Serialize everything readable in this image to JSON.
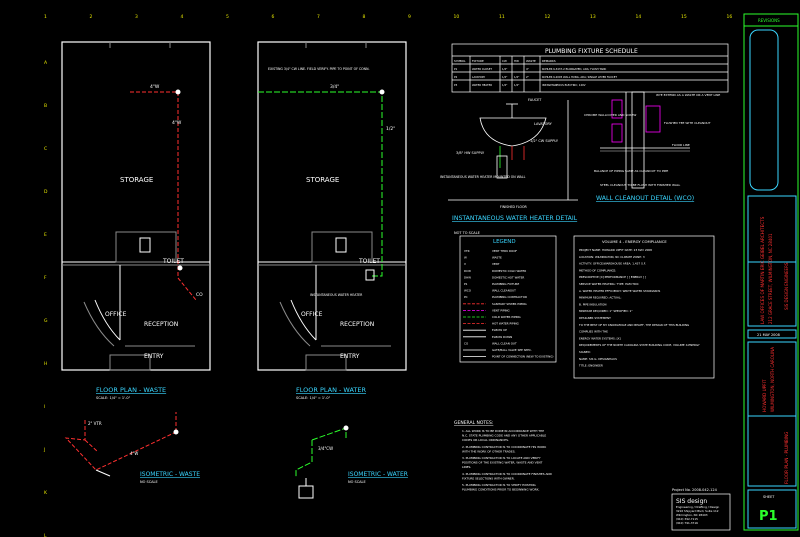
{
  "grid": {
    "cols": [
      "1",
      "2",
      "3",
      "4",
      "5",
      "6",
      "7",
      "8",
      "9",
      "10",
      "11",
      "12",
      "13",
      "14",
      "15",
      "16"
    ],
    "rows": [
      "A",
      "B",
      "C",
      "D",
      "E",
      "F",
      "G",
      "H",
      "I",
      "J",
      "K",
      "L"
    ]
  },
  "plan_waste": {
    "storage": "STORAGE",
    "toilet": "TOILET",
    "office": "OFFICE",
    "reception": "RECEPTION",
    "entry": "ENTRY",
    "title": "FLOOR PLAN - WASTE",
    "scale": "SCALE: 1/4\" = 1'-0\"",
    "pipe1": "4\"W",
    "pipe2": "4\"W",
    "co": "CO"
  },
  "plan_water": {
    "storage": "STORAGE",
    "toilet": "TOILET",
    "office": "OFFICE",
    "reception": "RECEPTION",
    "entry": "ENTRY",
    "title": "FLOOR PLAN - WATER",
    "scale": "SCALE: 1/4\" = 1'-0\"",
    "note": "EXISTING 3/4\" CW LINE. FIELD VERIFY. PIPE TO POINT OF CONN.",
    "pipe1": "3/4\"",
    "pipe2": "1/2\"",
    "heater": "INSTANTANEOUS WATER HEATER"
  },
  "iso_waste": {
    "title": "ISOMETRIC - WASTE",
    "scale": "NO SCALE",
    "vtr": "2\" VTR",
    "w": "4\"W"
  },
  "iso_water": {
    "title": "ISOMETRIC - WATER",
    "scale": "NO SCALE",
    "cw": "3/4\"CW"
  },
  "fixture_schedule": {
    "title": "PLUMBING FIXTURE SCHEDULE",
    "headers": [
      "SYMBOL",
      "FIXTURE",
      "CW",
      "HW",
      "WASTE",
      "REMARKS"
    ],
    "rows": [
      [
        "P1",
        "WATER CLOSET",
        "1/2\"",
        "",
        "4\"",
        "KOHLER K-3437-2 ELONGATED, ADA; FLUSH TANK"
      ],
      [
        "P2",
        "LAVATORY",
        "1/2\"",
        "1/2\"",
        "2\"",
        "KOHLER K-2005 WALL HUNG, ADA; SINGLE LEVER FAUCET"
      ],
      [
        "P3",
        "WATER HEATER",
        "1/2\"",
        "1/2\"",
        "",
        "INSTANTANEOUS ELECTRIC; 120V"
      ]
    ]
  },
  "lav_detail": {
    "faucet": "FAUCET",
    "lavatory": "LAVATORY",
    "supply": "1/2\" CW SUPPLY",
    "hw_supply": "3/8\" HW SUPPLY",
    "heater_note": "INSTANTANEOUS WATER HEATER MOUNTED ON WALL",
    "finished_floor": "FINISHED FLOOR"
  },
  "heater_detail": {
    "title": "INSTANTANEOUS WATER HEATER DETAIL",
    "scale": "NOT TO SCALE"
  },
  "wco_detail": {
    "title": "WALL CLEANOUT DETAIL (WCO)",
    "note1": "WYE EXTEND AS A WASTE OR A VENT LINE",
    "note2": "FLUSHED TEE WITH CLEANOUT",
    "note3": "FLOOR LINE",
    "note4": "CHROME WALLCOVER AND SCREW",
    "note5": "BALANCE OF PIPING SAME AS CLEANOUT TO PIPE",
    "note6": "STEEL CLEANOUT TO BE FLUSH WITH FINISHED WALL"
  },
  "legend": {
    "title": "LEGEND",
    "items": [
      [
        "VTR",
        "VENT THRU ROOF"
      ],
      [
        "W",
        "WASTE"
      ],
      [
        "V",
        "VENT"
      ],
      [
        "DCW",
        "DOMESTIC COLD WATER"
      ],
      [
        "DHW",
        "DOMESTIC HOT WATER"
      ],
      [
        "P1",
        "PLUMBING FIXTURE"
      ],
      [
        "WCO",
        "WALL CLEANOUT"
      ],
      [
        "PC",
        "PLUMBING CONTRACTOR"
      ],
      [
        "",
        "SANITARY SEWER PIPING"
      ],
      [
        "",
        "VENT PIPING"
      ],
      [
        "",
        "COLD WATER PIPING"
      ],
      [
        "",
        "HOT WATER PIPING"
      ],
      [
        "",
        "ELBOW UP"
      ],
      [
        "",
        "ELBOW DOWN"
      ],
      [
        "CO",
        "WALL CLEAN OUT"
      ],
      [
        "",
        "GATE/BALL VALVE SEE SPEC."
      ],
      [
        "",
        "POINT OF CONNECTION (NEW TO EXISTING)"
      ]
    ]
  },
  "energy": {
    "title": "VOLUME 4 - ENERGY COMPLIANCE",
    "lines": [
      "PROJECT NAME: HOWARD UPFIT          DATE: 23 MAY 2008",
      "LOCATION: WILMINGTON, NC            CLIMATE ZONE: 3",
      "ACTIVITY: OFFICE/WAREHOUSE          AREA: 1,437 S.F.",
      "METHOD OF COMPLIANCE:",
      "PRESCRIPTIVE [X]  PERFORMANCE [ ]   ENERGY [ ]",
      "SERVICE WATER HEATING:  TYPE: ELECTRIC",
      "A. WATER HEATER EFFICIENCY:  WRITE WATER STANDARDS",
      "   MINIMUM REQUIRED:        ACTUAL:",
      "B. PIPE INSULATION",
      "   MINIMUM REQUIRED:   1\"    SPECIFIED:  1\"",
      "DESIGNER STATEMENT",
      "TO THE BEST OF MY KNOWLEDGE AND BELIEF, THE DESIGN OF THIS BUILDING",
      "COMPLIES WITH THE",
      "   ENERGY WATER SYSTEMS: [X]",
      "REQUIREMENTS OF THE NORTH CAROLINA STATE BUILDING CODE, VOLUME X-ENERGY",
      "SIGNED:",
      "NAME:  SIS G. DESIGNHAUS",
      "TITLE:  ENGINEER"
    ]
  },
  "general_notes": {
    "title": "GENERAL NOTES:",
    "items": [
      "1. ALL WORK IS TO BE DONE IN ACCORDANCE WITH THE N.C. STATE PLUMBING CODE AND ANY OTHER APPLICABLE CODES OR LOCAL ORDINANCES.",
      "2. PLUMBING CONTRACTOR IS TO COORDINATE HIS WORK WITH THE WORK OF OTHER TRADES.",
      "3. PLUMBING CONTRACTOR IS TO LOCATE AND VERIFY POSITIONS OF THE EXISTING WATER, WASTE AND VENT LINES.",
      "4. PLUMBING CONTRACTOR IS TO COORDINATE FINISHES AND FIXTURE SELECTIONS WITH OWNER.",
      "5. PLUMBING CONTRACTOR IS TO VERIFY EXISTING PLUMBING CONDITIONS PRIOR TO BEGINNING WORK."
    ]
  },
  "firm": {
    "project_no": "Project No. 2008-042-124",
    "logo": "SIS design",
    "name": "Engineering / Drafting / Design",
    "address": "3216 Shipyard Blvd, Suite 112",
    "city": "Wilmington, NC 28403",
    "phone": "(910) 392-7115",
    "fax": "(910) 791-3716"
  },
  "title_block": {
    "stamp": "REVISIONS",
    "architect": "LAW OFFICES OF MARTIN ERIC GEIBEL ARCHITECTS",
    "architect_sub": "212 GRACE STREET, WILMINGTON, NC 28401",
    "engineer": "SIS DESIGN ENGINEERS",
    "date": "21 MAY 2008",
    "project": "HOWARD UPFIT",
    "project_loc": "WILMINGTON, NORTH CAROLINA",
    "sheet_title": "FLOOR PLAN - PLUMBING",
    "sheet_label": "SHEET",
    "sheet_no": "P1"
  },
  "colors": {
    "line": "#ffffff",
    "grid": "#e8e800",
    "title": "#3ad6ff",
    "red": "#ff3030",
    "green": "#2bff2b",
    "magenta": "#ff00ff",
    "gray": "#8a8a8a"
  }
}
